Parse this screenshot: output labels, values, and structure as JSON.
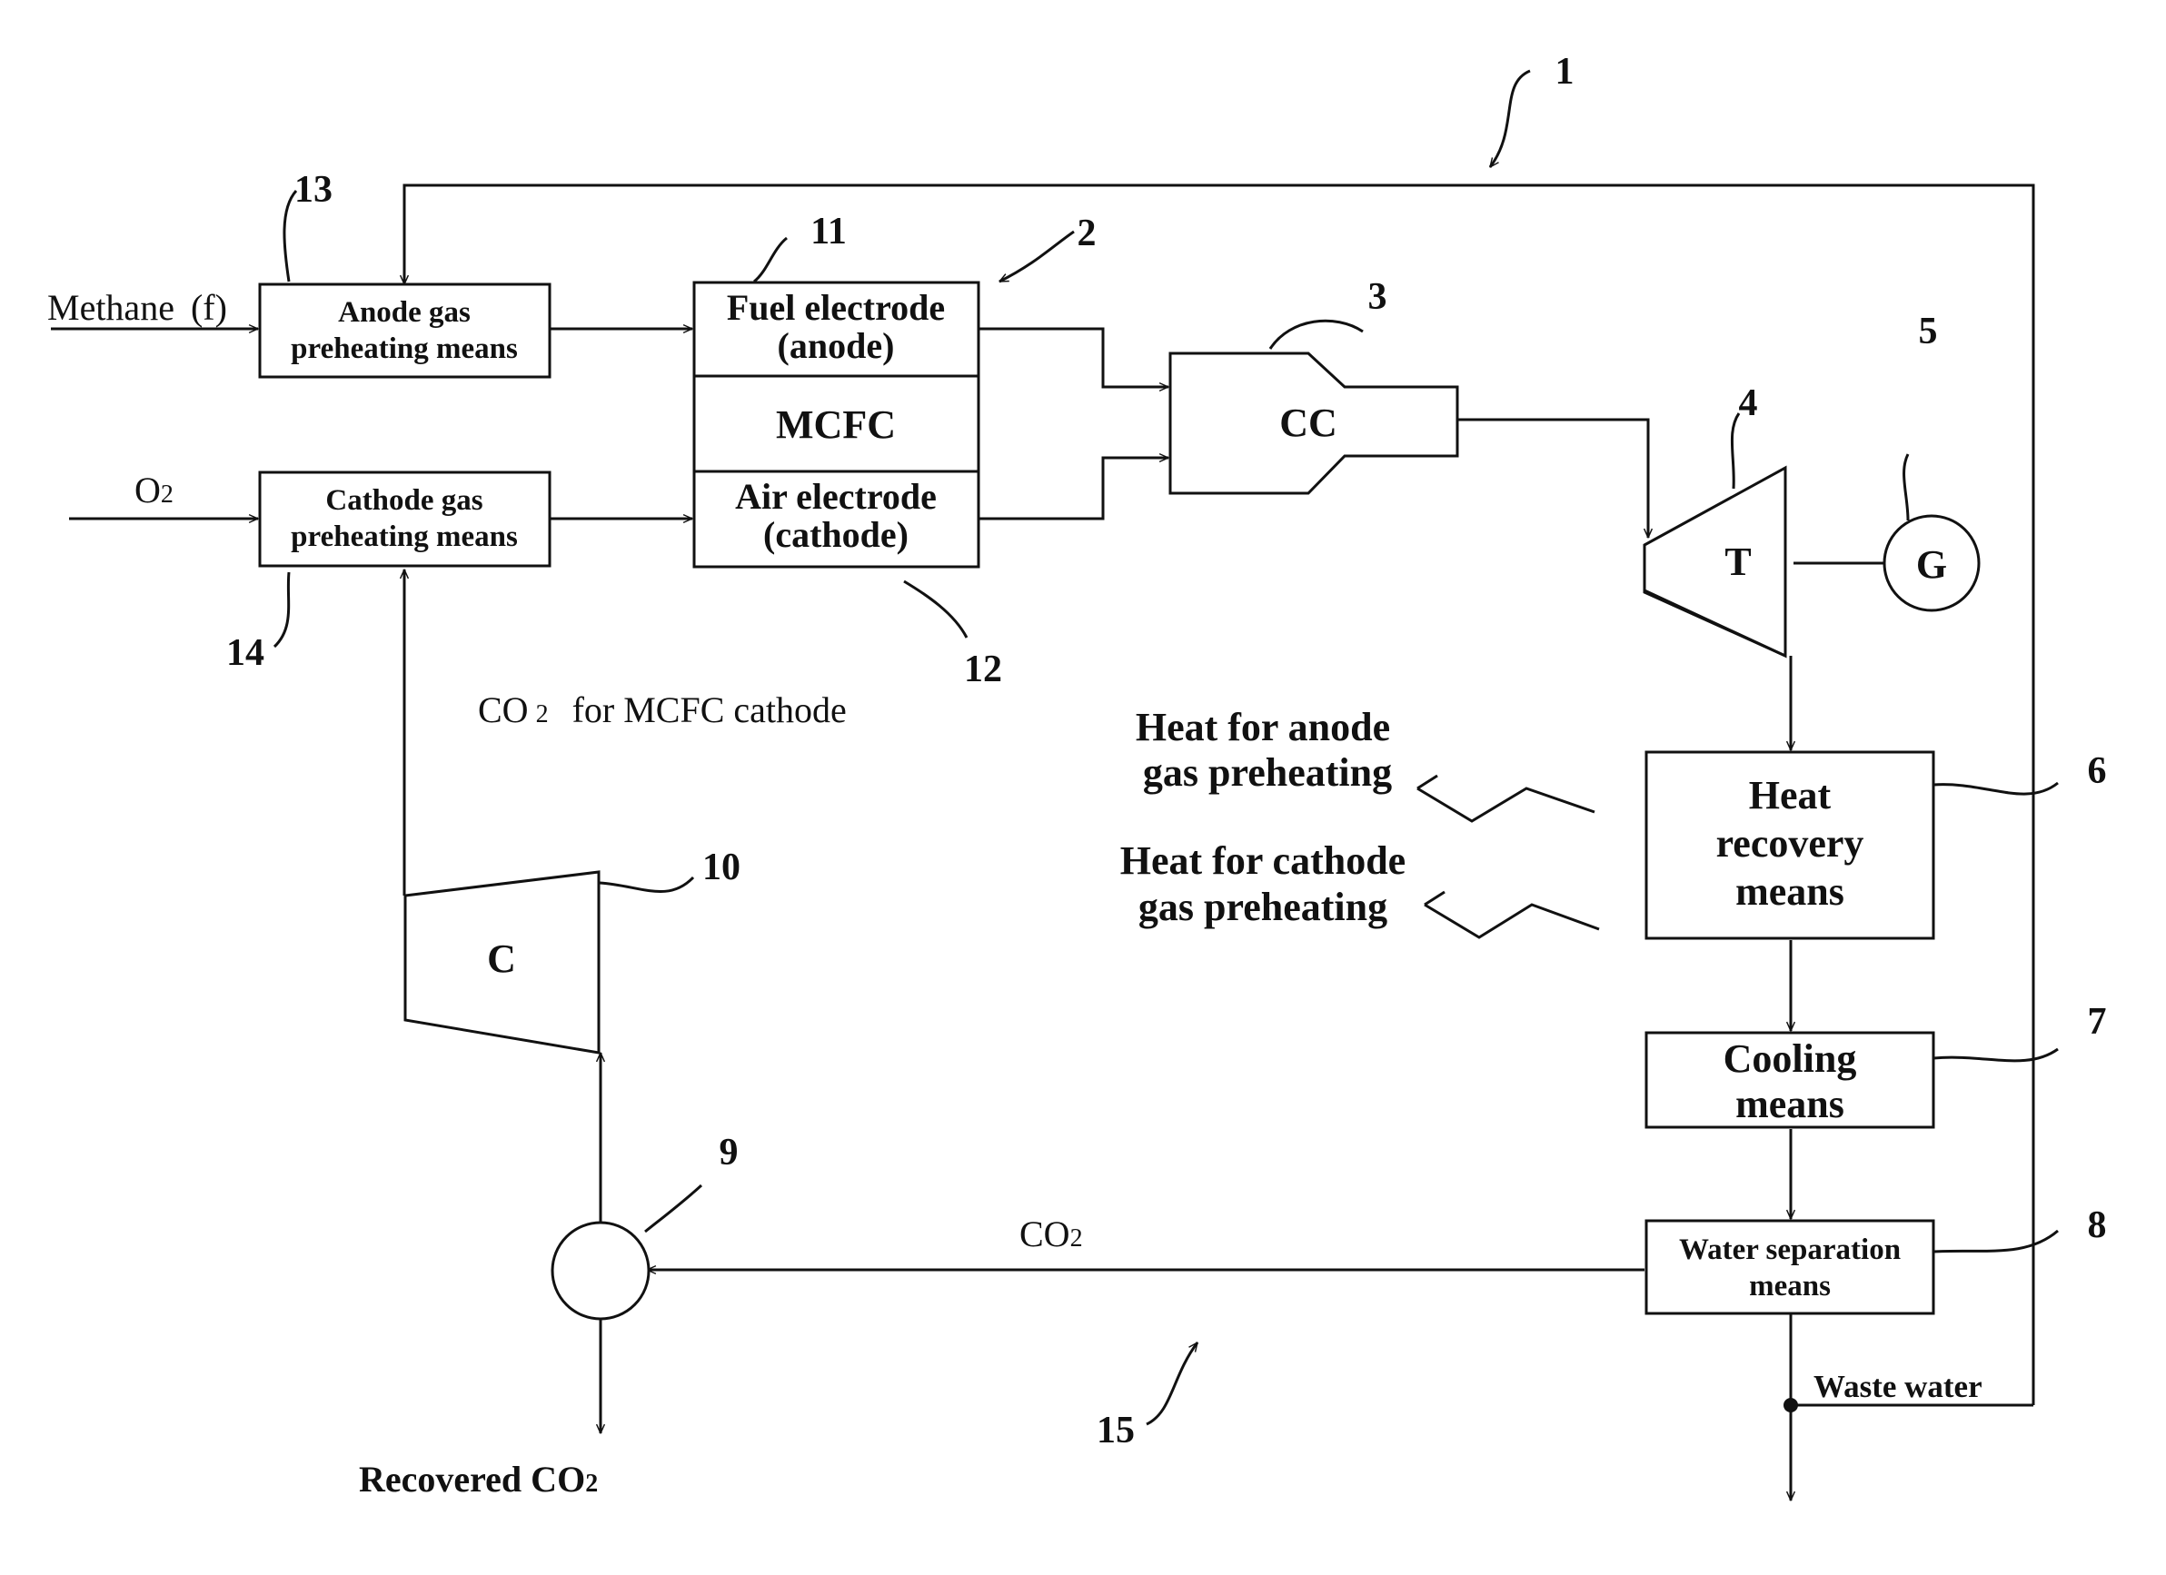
{
  "inputs": {
    "methane": "Methane",
    "methane_tag": "(f)",
    "oxygen": "O",
    "oxygen_sub": "2"
  },
  "boxes": {
    "anode_preheat": [
      "Anode gas",
      "preheating means"
    ],
    "cathode_preheat": [
      "Cathode gas",
      "preheating means"
    ],
    "fuel_electrode": [
      "Fuel electrode",
      "(anode)"
    ],
    "mcfc": "MCFC",
    "air_electrode": [
      "Air electrode",
      "(cathode)"
    ],
    "combustor": "CC",
    "turbine": "T",
    "generator": "G",
    "compressor": "C",
    "heat_recovery": [
      "Heat",
      "recovery",
      "means"
    ],
    "cooling": [
      "Cooling",
      "means"
    ],
    "water_separation": [
      "Water separation",
      "means"
    ]
  },
  "labels": {
    "co2_mcfc_main": "CO",
    "co2_mcfc_sub": "2",
    "co2_mcfc_rest": "for MCFC cathode",
    "heat_anode": [
      "Heat for anode",
      "gas preheating"
    ],
    "heat_cathode": [
      "Heat for cathode",
      "gas preheating"
    ],
    "co2_flow": "CO",
    "co2_flow_sub": "2",
    "recovered_main": "Recovered  CO",
    "recovered_sub": "2",
    "waste_water": "Waste water"
  },
  "refs": {
    "r1": "1",
    "r2": "2",
    "r3": "3",
    "r4": "4",
    "r5": "5",
    "r6": "6",
    "r7": "7",
    "r8": "8",
    "r9": "9",
    "r10": "10",
    "r11": "11",
    "r12": "12",
    "r13": "13",
    "r14": "14",
    "r15": "15"
  }
}
